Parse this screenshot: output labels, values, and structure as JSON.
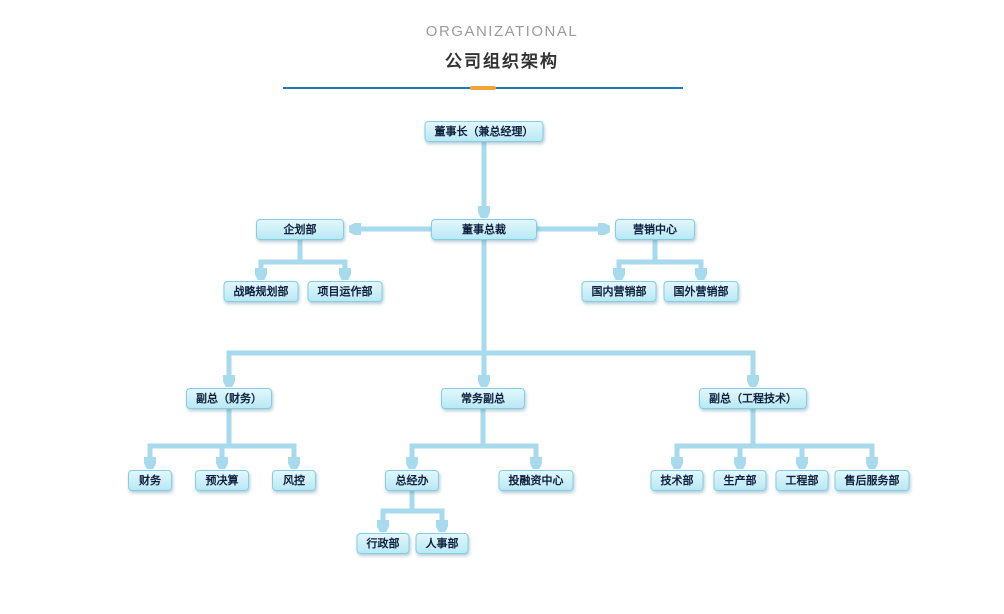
{
  "header": {
    "title_en": "ORGANIZATIONAL",
    "title_zh": "公司组织架构"
  },
  "colors": {
    "node_fill_top": "#e2f7fc",
    "node_fill_bottom": "#b9e9f4",
    "node_border": "#84cee3",
    "node_text": "#10203e",
    "connector": "#a6daec",
    "divider_blue": "#2478b5",
    "divider_orange": "#f2a43a",
    "title_gray": "#9b9b9b",
    "title_dark": "#333333"
  },
  "nodes": [
    {
      "id": "chairman",
      "label": "董事长（兼总经理）"
    },
    {
      "id": "president",
      "label": "董事总裁"
    },
    {
      "id": "planning-dept",
      "label": "企划部"
    },
    {
      "id": "marketing-center",
      "label": "营销中心"
    },
    {
      "id": "strategic-planning-dept",
      "label": "战略规划部"
    },
    {
      "id": "project-operation-dept",
      "label": "项目运作部"
    },
    {
      "id": "domestic-marketing-dept",
      "label": "国内营销部"
    },
    {
      "id": "overseas-marketing-dept",
      "label": "国外营销部"
    },
    {
      "id": "vp-finance",
      "label": "副总（财务）"
    },
    {
      "id": "executive-vp",
      "label": "常务副总"
    },
    {
      "id": "vp-engineering",
      "label": "副总（工程技术）"
    },
    {
      "id": "finance-dept",
      "label": "财务"
    },
    {
      "id": "budget-dept",
      "label": "预决算"
    },
    {
      "id": "risk-control-dept",
      "label": "风控"
    },
    {
      "id": "general-office",
      "label": "总经办"
    },
    {
      "id": "investment-center",
      "label": "投融资中心"
    },
    {
      "id": "technology-dept",
      "label": "技术部"
    },
    {
      "id": "production-dept",
      "label": "生产部"
    },
    {
      "id": "engineering-dept",
      "label": "工程部"
    },
    {
      "id": "after-sales-dept",
      "label": "售后服务部"
    },
    {
      "id": "administration-dept",
      "label": "行政部"
    },
    {
      "id": "hr-dept",
      "label": "人事部"
    }
  ],
  "edges": [
    [
      "chairman",
      "president"
    ],
    [
      "president",
      "planning-dept"
    ],
    [
      "president",
      "marketing-center"
    ],
    [
      "planning-dept",
      "strategic-planning-dept"
    ],
    [
      "planning-dept",
      "project-operation-dept"
    ],
    [
      "marketing-center",
      "domestic-marketing-dept"
    ],
    [
      "marketing-center",
      "overseas-marketing-dept"
    ],
    [
      "president",
      "vp-finance"
    ],
    [
      "president",
      "executive-vp"
    ],
    [
      "president",
      "vp-engineering"
    ],
    [
      "vp-finance",
      "finance-dept"
    ],
    [
      "vp-finance",
      "budget-dept"
    ],
    [
      "vp-finance",
      "risk-control-dept"
    ],
    [
      "executive-vp",
      "general-office"
    ],
    [
      "executive-vp",
      "investment-center"
    ],
    [
      "general-office",
      "administration-dept"
    ],
    [
      "general-office",
      "hr-dept"
    ],
    [
      "vp-engineering",
      "technology-dept"
    ],
    [
      "vp-engineering",
      "production-dept"
    ],
    [
      "vp-engineering",
      "engineering-dept"
    ],
    [
      "vp-engineering",
      "after-sales-dept"
    ]
  ]
}
